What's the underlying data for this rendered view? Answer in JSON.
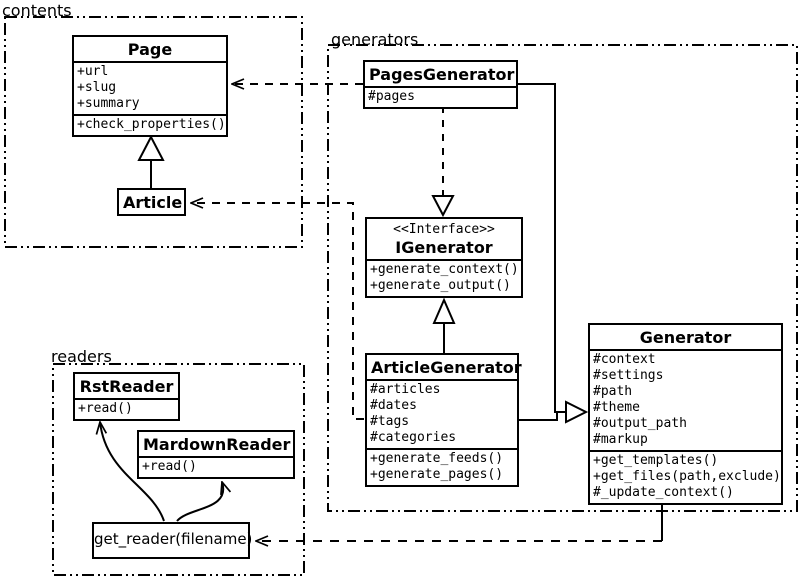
{
  "diagram": {
    "type": "uml-class-diagram",
    "colors": {
      "stroke": "#000000",
      "background": "#ffffff",
      "box_fill": "#ffffff"
    }
  },
  "packages": {
    "contents": {
      "label": "contents"
    },
    "generators": {
      "label": "generators"
    },
    "readers": {
      "label": "readers"
    }
  },
  "classes": {
    "page": {
      "name": "Page",
      "attributes": [
        "+url",
        "+slug",
        "+summary"
      ],
      "methods": [
        "+check_properties()"
      ]
    },
    "article": {
      "name": "Article"
    },
    "pages_generator": {
      "name": "PagesGenerator",
      "attributes": [
        "#pages"
      ]
    },
    "igenerator": {
      "stereotype": "<<Interface>>",
      "name": "IGenerator",
      "methods": [
        "+generate_context()",
        "+generate_output()"
      ]
    },
    "article_generator": {
      "name": "ArticleGenerator",
      "attributes": [
        "#articles",
        "#dates",
        "#tags",
        "#categories"
      ],
      "methods": [
        "+generate_feeds()",
        "+generate_pages()"
      ]
    },
    "generator": {
      "name": "Generator",
      "attributes": [
        "#context",
        "#settings",
        "#path",
        "#theme",
        "#output_path",
        "#markup"
      ],
      "methods": [
        "+get_templates()",
        "+get_files(path,exclude)",
        "#_update_context()"
      ]
    },
    "rst_reader": {
      "name": "RstReader",
      "methods": [
        "+read()"
      ]
    },
    "mardown_reader": {
      "name": "MardownReader",
      "methods": [
        "+read()"
      ]
    },
    "get_reader": {
      "label": "get_reader(filename)"
    }
  },
  "relationships": [
    {
      "from": "PagesGenerator",
      "to": "Page",
      "type": "dashed-dependency"
    },
    {
      "from": "Article",
      "to": "Page",
      "type": "inheritance"
    },
    {
      "from": "PagesGenerator",
      "to": "IGenerator",
      "type": "dashed-realization"
    },
    {
      "from": "ArticleGenerator",
      "to": "IGenerator",
      "type": "inheritance"
    },
    {
      "from": "PagesGenerator",
      "to": "Generator",
      "type": "inheritance"
    },
    {
      "from": "ArticleGenerator",
      "to": "Generator",
      "type": "inheritance"
    },
    {
      "from": "ArticleGenerator",
      "to": "Article",
      "type": "dashed-dependency"
    },
    {
      "from": "Generator",
      "to": "get_reader(filename)",
      "type": "dashed-dependency"
    },
    {
      "from": "get_reader(filename)",
      "to": "RstReader",
      "type": "curved-arrow"
    },
    {
      "from": "get_reader(filename)",
      "to": "MardownReader",
      "type": "curved-arrow"
    }
  ]
}
